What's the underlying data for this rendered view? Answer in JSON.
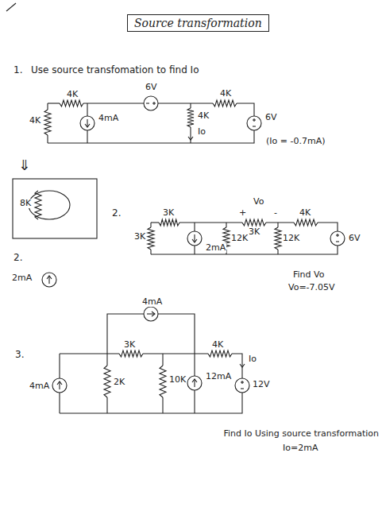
{
  "diagram": {
    "title": "Source transformation",
    "labels": [
      "1.",
      "Use source transfomation to find Io",
      "4K",
      "6V",
      "4K",
      "4mA",
      "4K",
      "Io",
      "4K",
      "6V",
      "(Io = -0.7mA)",
      "⇓",
      "8K",
      "2.",
      "2mA",
      "2.",
      "3K",
      "3K",
      "2mA",
      "12K",
      "+",
      "Vo",
      "-",
      "3K",
      "4K",
      "12K",
      "6V",
      "Find Vo",
      "Vo=-7.05V",
      "4mA",
      "3.",
      "3K",
      "4K",
      "Io",
      "12V",
      "2K",
      "10K",
      "12mA",
      "4mA",
      "Find Io Using source transformation",
      "Io=2mA"
    ]
  }
}
